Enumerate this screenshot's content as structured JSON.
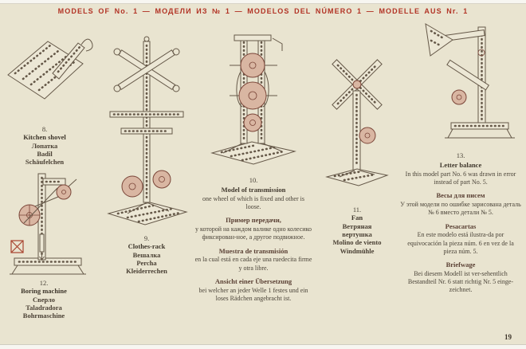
{
  "header": {
    "title": "MODELS OF No. 1 — МОДЕЛИ ИЗ № 1 — MODELOS DEL NÚMERO 1 — MODELLE AUS Nr. 1"
  },
  "colors": {
    "page_background": "#e9e4d0",
    "header_red": "#b23325",
    "ink": "#4a4338",
    "drawing_red": "#7a4538"
  },
  "models": {
    "kitchen_shovel": {
      "number": "8.",
      "title": "Kitchen shovel",
      "names": [
        "Лопатка",
        "Badil",
        "Schäufelchen"
      ]
    },
    "boring_machine": {
      "number": "12.",
      "title": "Boring machine",
      "names": [
        "Сверло",
        "Taladradora",
        "Bohrmaschine"
      ]
    },
    "clothes_rack": {
      "number": "9.",
      "title": "Clothes-rack",
      "names": [
        "Вешалка",
        "Percha",
        "Kleiderrechen"
      ]
    },
    "transmission": {
      "number": "10.",
      "title": "Model of transmission",
      "en_note": "one wheel of which is fixed and other is loose.",
      "ru_title": "Пример передачи,",
      "ru_note": "у которой на каждом валике одно колесико фиксирован-ное, а другое подвижное.",
      "es_title": "Muestra de transmisión",
      "es_note": "en la cual está en cada eje una ruedecita firme y otra libre.",
      "de_title": "Ansicht einer Übersetzung",
      "de_note": "bei welcher an jeder Welle 1 festes und ein loses Rädchen angebracht ist."
    },
    "fan": {
      "number": "11.",
      "title": "Fan",
      "names": [
        "Ветряная вертушка",
        "Molino de viento",
        "Windmühle"
      ]
    },
    "letter_balance": {
      "number": "13.",
      "title": "Letter balance",
      "en_note": "In this model part No. 6 was drawn in error instead of part No. 5.",
      "ru_title": "Весы для писем",
      "ru_note": "У этой модели по ошибке зарисована деталь № 6 вместо детали № 5.",
      "es_title": "Pesacartas",
      "es_note": "En este modelo está ilustra-da por equivocación la pieza núm. 6 en vez de la pieza núm. 5.",
      "de_title": "Briefwage",
      "de_note": "Bei diesem Modell ist ver-sehentlich Bestandteil Nr. 6 statt richtig Nr. 5 einge-zeichnet."
    }
  },
  "page_number": "19"
}
